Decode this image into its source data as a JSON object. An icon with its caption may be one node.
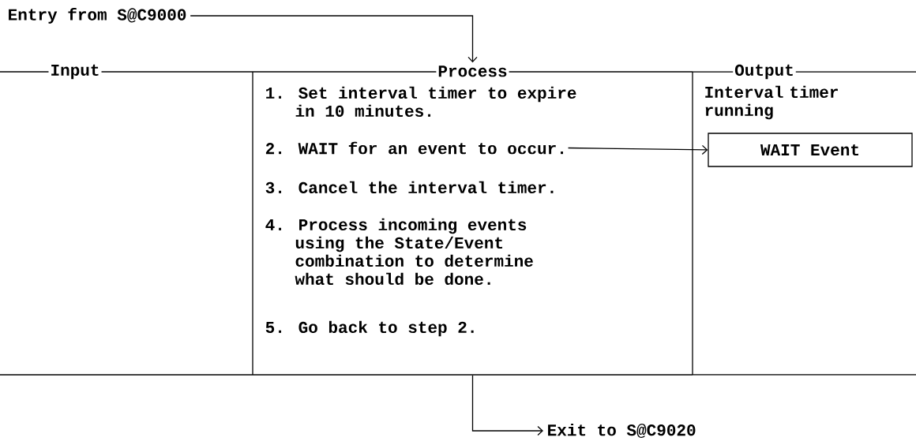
{
  "diagram": {
    "nodes": [
      {
        "text": [
          "Entry from S@C9000"
        ]
      },
      {
        "text": [
          "Input"
        ]
      },
      {
        "text": [
          "Process"
        ]
      },
      {
        "text": [
          "1. Set interval timer to expire in 10 minutes."
        ],
        "in": 2
      },
      {
        "text": [
          "2. WAIT for an event to occur."
        ],
        "in": 2
      },
      {
        "text": [
          "3. Cancel the interval timer."
        ],
        "in": 2
      },
      {
        "text": [
          "4. Process incoming events using the State/Event combination to determine what should be done."
        ],
        "in": 2
      },
      {
        "text": [
          "5. Go back to step 2."
        ],
        "in": 2
      },
      {
        "text": [
          "Output",
          "Interval timer running"
        ]
      },
      {
        "text": [
          "WAIT Event"
        ],
        "in": 8
      },
      {
        "text": [
          "Exit to S@C9020"
        ]
      }
    ],
    "edges": [
      {
        "from": 0,
        "to": 2,
        "arrow": "to"
      },
      {
        "from": 4,
        "to": 9,
        "arrow": "to"
      },
      {
        "from": 2,
        "to": 10,
        "arrow": "to"
      }
    ]
  }
}
